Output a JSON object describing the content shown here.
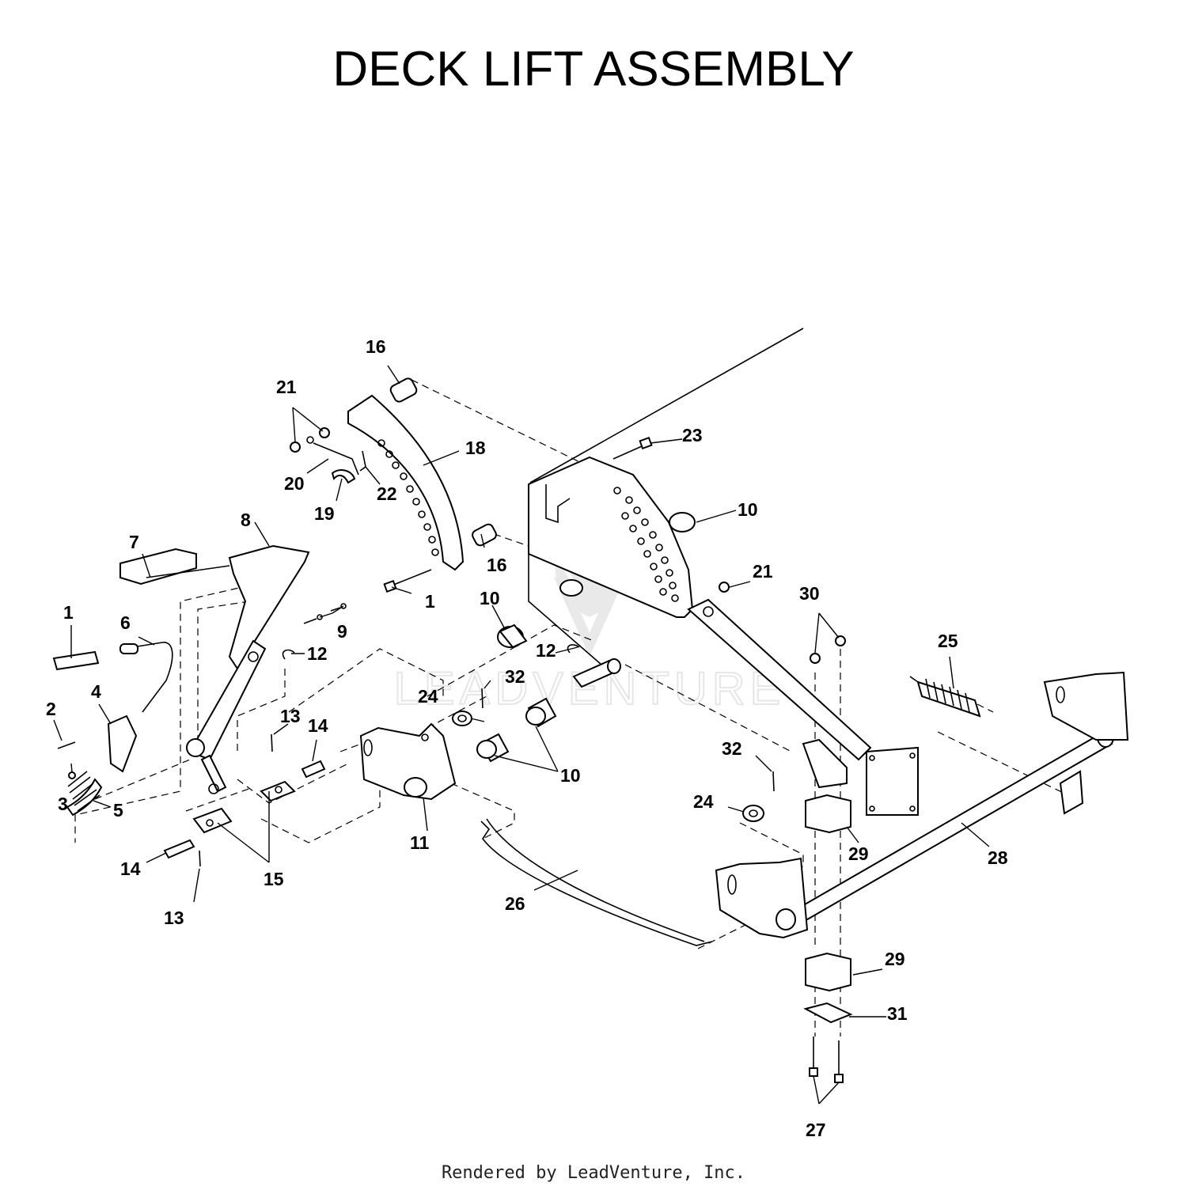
{
  "title": "DECK LIFT ASSEMBLY",
  "footer": "Rendered by LeadVenture, Inc.",
  "watermark": "LEADVENTURE",
  "callouts": [
    {
      "id": "c1a",
      "label": "1"
    },
    {
      "id": "c1b",
      "label": "1"
    },
    {
      "id": "c2",
      "label": "2"
    },
    {
      "id": "c3",
      "label": "3"
    },
    {
      "id": "c4",
      "label": "4"
    },
    {
      "id": "c5",
      "label": "5"
    },
    {
      "id": "c6",
      "label": "6"
    },
    {
      "id": "c7",
      "label": "7"
    },
    {
      "id": "c8",
      "label": "8"
    },
    {
      "id": "c9",
      "label": "9"
    },
    {
      "id": "c10a",
      "label": "10"
    },
    {
      "id": "c10b",
      "label": "10"
    },
    {
      "id": "c10c",
      "label": "10"
    },
    {
      "id": "c11",
      "label": "11"
    },
    {
      "id": "c12a",
      "label": "12"
    },
    {
      "id": "c12b",
      "label": "12"
    },
    {
      "id": "c13a",
      "label": "13"
    },
    {
      "id": "c13b",
      "label": "13"
    },
    {
      "id": "c14a",
      "label": "14"
    },
    {
      "id": "c14b",
      "label": "14"
    },
    {
      "id": "c15",
      "label": "15"
    },
    {
      "id": "c16a",
      "label": "16"
    },
    {
      "id": "c16b",
      "label": "16"
    },
    {
      "id": "c18",
      "label": "18"
    },
    {
      "id": "c19",
      "label": "19"
    },
    {
      "id": "c20",
      "label": "20"
    },
    {
      "id": "c21a",
      "label": "21"
    },
    {
      "id": "c21b",
      "label": "21"
    },
    {
      "id": "c22",
      "label": "22"
    },
    {
      "id": "c23",
      "label": "23"
    },
    {
      "id": "c24a",
      "label": "24"
    },
    {
      "id": "c24b",
      "label": "24"
    },
    {
      "id": "c25",
      "label": "25"
    },
    {
      "id": "c26",
      "label": "26"
    },
    {
      "id": "c27",
      "label": "27"
    },
    {
      "id": "c28",
      "label": "28"
    },
    {
      "id": "c29a",
      "label": "29"
    },
    {
      "id": "c29b",
      "label": "29"
    },
    {
      "id": "c30",
      "label": "30"
    },
    {
      "id": "c31",
      "label": "31"
    },
    {
      "id": "c32a",
      "label": "32"
    },
    {
      "id": "c32b",
      "label": "32"
    }
  ]
}
